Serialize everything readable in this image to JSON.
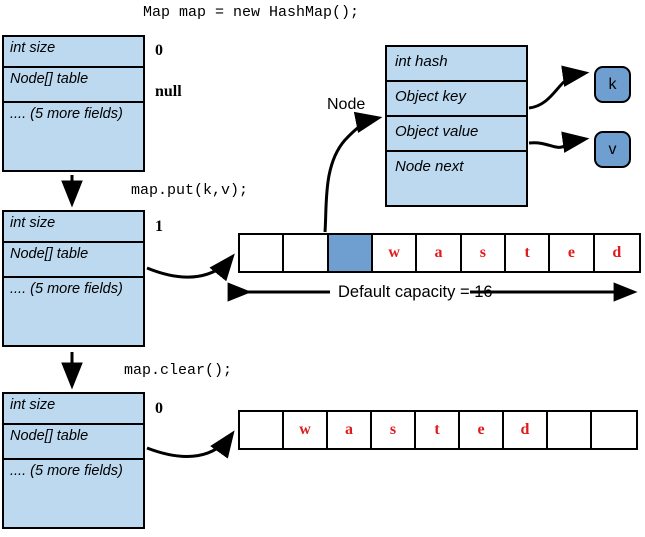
{
  "title": "Map map = new HashMap();",
  "steps": [
    {
      "code": "Map map = new HashMap();",
      "size_label": "int size",
      "size_value": "0",
      "table_label": "Node[] table",
      "table_value": "null",
      "more_label": ".... (5 more fields)"
    },
    {
      "code": "map.put(k,v);",
      "size_label": "int size",
      "size_value": "1",
      "table_label": "Node[] table",
      "table_value": "",
      "more_label": ".... (5 more fields)"
    },
    {
      "code": "map.clear();",
      "size_label": "int size",
      "size_value": "0",
      "table_label": "Node[] table",
      "table_value": "",
      "more_label": ".... (5 more fields)"
    }
  ],
  "node": {
    "label": "Node",
    "fields": [
      "int hash",
      "Object key",
      "Object value",
      "Node next"
    ],
    "key_badge": "k",
    "value_badge": "v"
  },
  "arrays": {
    "after_put": {
      "cells": [
        "",
        "",
        "",
        "w",
        "a",
        "s",
        "t",
        "e",
        "d"
      ],
      "filled_index": 2,
      "capacity_label": "Default capacity = 16"
    },
    "after_clear": {
      "cells": [
        "",
        "w",
        "a",
        "s",
        "t",
        "e",
        "d",
        "",
        ""
      ],
      "filled_index": -1
    }
  },
  "colors": {
    "box_fill": "#bcd9ef",
    "accent_fill": "#6f9fd0",
    "letter_red": "#e01b1b",
    "stroke": "#000000"
  }
}
